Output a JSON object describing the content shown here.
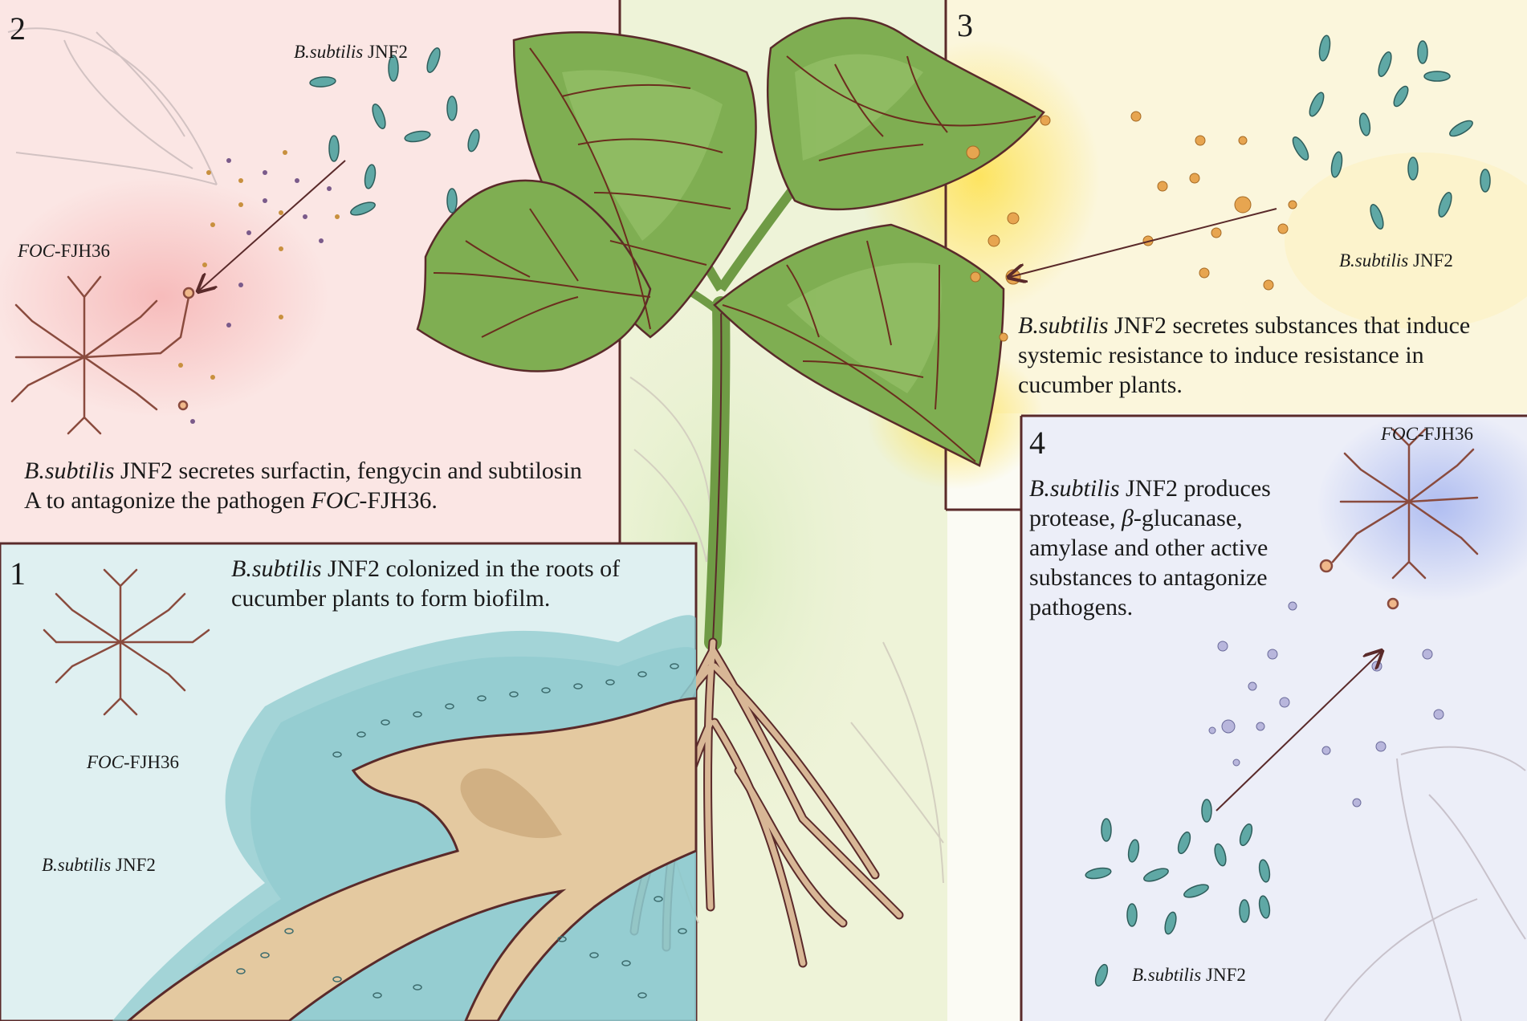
{
  "panels": {
    "p1": {
      "number": "1",
      "caption_italic": "B.subtilis",
      "caption_rest": " JNF2 colonized in the roots of cucumber plants to form biofilm.",
      "foc_italic": "FOC",
      "foc_rest": "-FJH36",
      "bs_italic": "B.subtilis",
      "bs_rest": " JNF2"
    },
    "p2": {
      "number": "2",
      "bs_italic": "B.subtilis",
      "bs_rest": " JNF2",
      "foc_italic": "FOC",
      "foc_rest": "-FJH36",
      "caption_a_italic": "B.subtilis",
      "caption_a": " JNF2 secretes surfactin, fengycin and subtilosin A to antagonize the pathogen ",
      "caption_b_italic": "FOC",
      "caption_b": "-FJH36."
    },
    "p3": {
      "number": "3",
      "bs_italic": "B.subtilis",
      "bs_rest": " JNF2",
      "caption_italic": "B.subtilis",
      "caption_rest": " JNF2 secretes substances that induce systemic resistance to induce resistance in cucumber plants."
    },
    "p4": {
      "number": "4",
      "foc_italic": "FOC",
      "foc_rest": "-FJH36",
      "bs_italic": "B.subtilis",
      "bs_rest": " JNF2",
      "caption_a_italic": "B.subtilis",
      "caption_a": " JNF2 produces protease, ",
      "caption_beta": "β",
      "caption_b": "-glucanase, amylase and other active substances to antagonize pathogens."
    }
  },
  "colors": {
    "p1_bg": "#dff0f1",
    "p2_bg": "#fbe6e4",
    "p3_bg": "#fbf6dc",
    "p4_bg": "#eceef8",
    "center_bg": "#eef3d8",
    "leaf": "#7fae52",
    "leaf_vein": "#6b2e1e",
    "root": "#c9a27c",
    "bacteria": "#5fa8a5",
    "fungus": "#a8746a",
    "border": "#6b2e1e"
  }
}
